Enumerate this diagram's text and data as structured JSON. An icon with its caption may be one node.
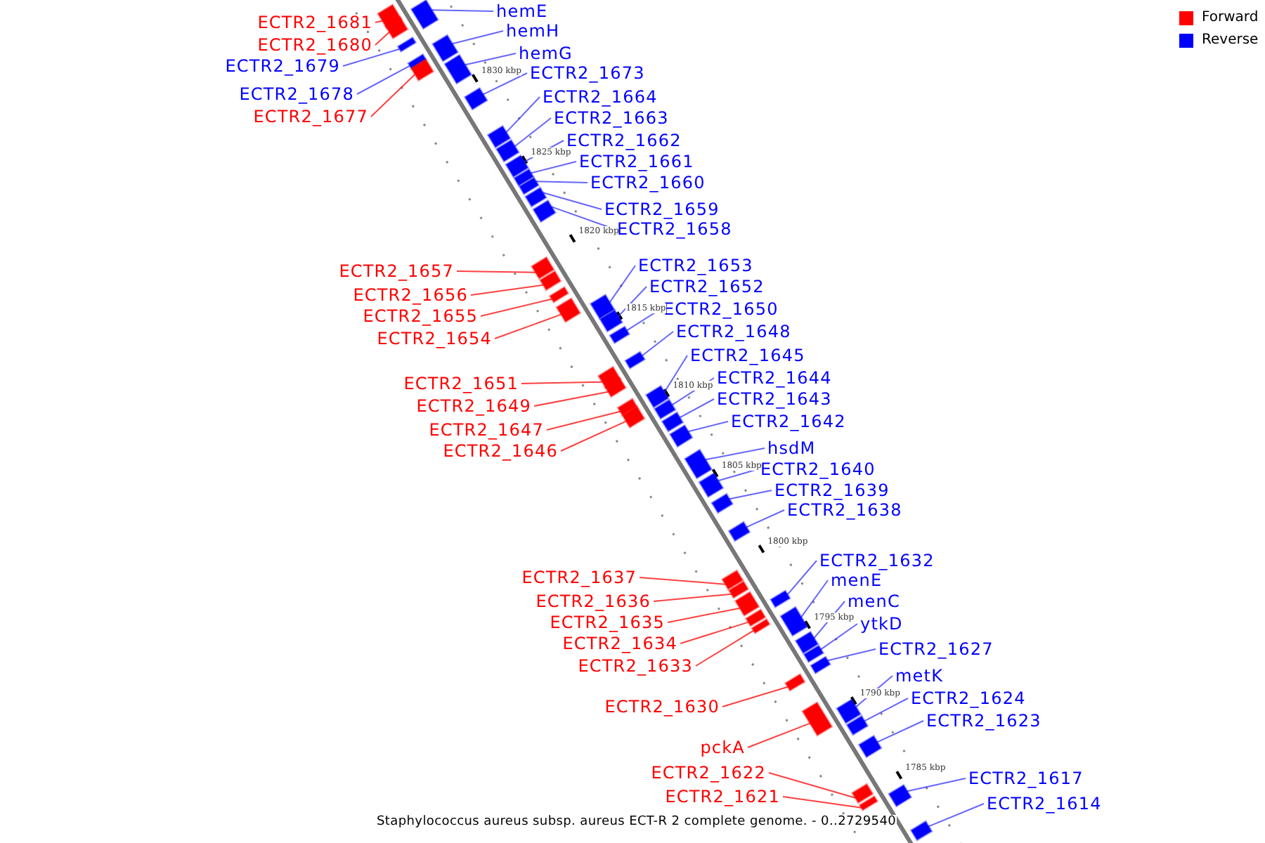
{
  "diagram": {
    "caption": "Staphylococcus aureus subsp. aureus ECT-R 2 complete genome. - 0..2729540",
    "nodes": [
      {
        "text": [
          "hemE"
        ]
      },
      {
        "text": [
          "ECTR2_1681"
        ]
      },
      {
        "text": [
          "hemH"
        ]
      },
      {
        "text": [
          "ECTR2_1680"
        ]
      },
      {
        "text": [
          "hemG"
        ]
      },
      {
        "text": [
          "ECTR2_1679"
        ]
      },
      {
        "text": [
          "ECTR2_1673"
        ]
      },
      {
        "text": [
          "ECTR2_1678"
        ]
      },
      {
        "text": [
          "ECTR2_1664"
        ]
      },
      {
        "text": [
          "ECTR2_1677"
        ]
      },
      {
        "text": [
          "ECTR2_1663"
        ]
      },
      {
        "text": [
          "ECTR2_1662"
        ]
      },
      {
        "text": [
          "ECTR2_1661"
        ]
      },
      {
        "text": [
          "ECTR2_1660"
        ]
      },
      {
        "text": [
          "ECTR2_1659"
        ]
      },
      {
        "text": [
          "ECTR2_1658"
        ]
      },
      {
        "text": [
          "ECTR2_1653"
        ]
      },
      {
        "text": [
          "ECTR2_1657"
        ]
      },
      {
        "text": [
          "ECTR2_1652"
        ]
      },
      {
        "text": [
          "ECTR2_1656"
        ]
      },
      {
        "text": [
          "ECTR2_1650"
        ]
      },
      {
        "text": [
          "ECTR2_1655"
        ]
      },
      {
        "text": [
          "ECTR2_1648"
        ]
      },
      {
        "text": [
          "ECTR2_1654"
        ]
      },
      {
        "text": [
          "ECTR2_1645"
        ]
      },
      {
        "text": [
          "ECTR2_1651"
        ]
      },
      {
        "text": [
          "ECTR2_1644"
        ]
      },
      {
        "text": [
          "ECTR2_1643"
        ]
      },
      {
        "text": [
          "ECTR2_1649"
        ]
      },
      {
        "text": [
          "ECTR2_1642"
        ]
      },
      {
        "text": [
          "ECTR2_1647"
        ]
      },
      {
        "text": [
          "hsdM"
        ]
      },
      {
        "text": [
          "ECTR2_1646"
        ]
      },
      {
        "text": [
          "ECTR2_1640"
        ]
      },
      {
        "text": [
          "ECTR2_1639"
        ]
      },
      {
        "text": [
          "ECTR2_1638"
        ]
      },
      {
        "text": [
          "ECTR2_1632"
        ]
      },
      {
        "text": [
          "ECTR2_1637"
        ]
      },
      {
        "text": [
          "menE"
        ]
      },
      {
        "text": [
          "ECTR2_1636"
        ]
      },
      {
        "text": [
          "menC"
        ]
      },
      {
        "text": [
          "ECTR2_1635"
        ]
      },
      {
        "text": [
          "ytkD"
        ]
      },
      {
        "text": [
          "ECTR2_1634"
        ]
      },
      {
        "text": [
          "ECTR2_1627"
        ]
      },
      {
        "text": [
          "ECTR2_1633"
        ]
      },
      {
        "text": [
          "metK"
        ]
      },
      {
        "text": [
          "ECTR2_1630"
        ]
      },
      {
        "text": [
          "ECTR2_1624"
        ]
      },
      {
        "text": [
          "ECTR2_1623"
        ]
      },
      {
        "text": [
          "pckA"
        ]
      },
      {
        "text": [
          "ECTR2_1622"
        ]
      },
      {
        "text": [
          "ECTR2_1617"
        ]
      },
      {
        "text": [
          "ECTR2_1621"
        ]
      },
      {
        "text": [
          "ECTR2_1614"
        ]
      },
      {
        "text": [],
        "shape": "bar"
      },
      {
        "text": [],
        "shape": "bar"
      },
      {
        "text": [],
        "shape": "bar"
      },
      {
        "text": [],
        "shape": "bar"
      },
      {
        "text": [],
        "shape": "bar"
      },
      {
        "text": [],
        "shape": "bar"
      },
      {
        "text": [],
        "shape": "bar"
      },
      {
        "text": [],
        "shape": "bar"
      },
      {
        "text": [],
        "shape": "bar"
      },
      {
        "text": [],
        "shape": "bar"
      },
      {
        "text": [],
        "shape": "bar"
      },
      {
        "text": [],
        "shape": "bar"
      },
      {
        "text": [],
        "shape": "bar"
      },
      {
        "text": [],
        "shape": "bar"
      },
      {
        "text": [],
        "shape": "bar"
      },
      {
        "text": [],
        "shape": "bar"
      },
      {
        "text": [],
        "shape": "bar"
      },
      {
        "text": [],
        "shape": "bar"
      },
      {
        "text": [],
        "shape": "bar"
      },
      {
        "text": [],
        "shape": "bar"
      },
      {
        "text": [],
        "shape": "bar"
      },
      {
        "text": [],
        "shape": "bar"
      },
      {
        "text": [],
        "shape": "bar"
      },
      {
        "text": [],
        "shape": "bar"
      },
      {
        "text": [],
        "shape": "bar"
      },
      {
        "text": [],
        "shape": "bar"
      },
      {
        "text": [],
        "shape": "bar"
      },
      {
        "text": [],
        "shape": "bar"
      },
      {
        "text": [],
        "shape": "bar"
      },
      {
        "text": [],
        "shape": "bar"
      },
      {
        "text": [],
        "shape": "bar"
      },
      {
        "text": [],
        "shape": "bar"
      },
      {
        "text": [],
        "shape": "bar"
      },
      {
        "text": [],
        "shape": "bar"
      },
      {
        "text": [],
        "shape": "bar"
      },
      {
        "text": [],
        "shape": "bar"
      },
      {
        "text": [],
        "shape": "bar"
      },
      {
        "text": [],
        "shape": "bar"
      },
      {
        "text": [],
        "shape": "bar"
      },
      {
        "text": [],
        "shape": "bar"
      },
      {
        "text": [],
        "shape": "bar"
      },
      {
        "text": [],
        "shape": "bar"
      },
      {
        "text": [],
        "shape": "bar"
      },
      {
        "text": [],
        "shape": "bar"
      },
      {
        "text": [],
        "shape": "bar"
      },
      {
        "text": [],
        "shape": "bar"
      },
      {
        "text": [],
        "shape": "bar"
      },
      {
        "text": [],
        "shape": "bar"
      },
      {
        "text": [],
        "shape": "bar"
      },
      {
        "text": [],
        "shape": "bar"
      },
      {
        "text": [],
        "shape": "bar"
      },
      {
        "text": [],
        "shape": "bar"
      },
      {
        "text": [],
        "shape": "bar"
      },
      {
        "text": [],
        "shape": "bar"
      },
      {
        "text": [],
        "shape": "bar"
      }
    ],
    "edges": [
      {
        "from": 0,
        "to": 55,
        "arrow": "none"
      },
      {
        "from": 1,
        "to": 56,
        "arrow": "none",
        "color": "#ff0000"
      },
      {
        "from": 2,
        "to": 59,
        "arrow": "none"
      },
      {
        "from": 3,
        "to": 57,
        "arrow": "none",
        "color": "#ff0000"
      },
      {
        "from": 4,
        "to": 61,
        "arrow": "none"
      },
      {
        "from": 5,
        "to": 58,
        "arrow": "none"
      },
      {
        "from": 6,
        "to": 63,
        "arrow": "none"
      },
      {
        "from": 7,
        "to": 60,
        "arrow": "none"
      },
      {
        "from": 8,
        "to": 64,
        "arrow": "none"
      },
      {
        "from": 9,
        "to": 62,
        "arrow": "none",
        "color": "#ff0000"
      },
      {
        "from": 10,
        "to": 65,
        "arrow": "none"
      },
      {
        "from": 11,
        "to": 66,
        "arrow": "none"
      },
      {
        "from": 12,
        "to": 67,
        "arrow": "none"
      },
      {
        "from": 13,
        "to": 68,
        "arrow": "none"
      },
      {
        "from": 14,
        "to": 69,
        "arrow": "none"
      },
      {
        "from": 15,
        "to": 70,
        "arrow": "none"
      },
      {
        "from": 16,
        "to": 74,
        "arrow": "none"
      },
      {
        "from": 17,
        "to": 71,
        "arrow": "none",
        "color": "#ff0000"
      },
      {
        "from": 18,
        "to": 76,
        "arrow": "none"
      },
      {
        "from": 19,
        "to": 72,
        "arrow": "none",
        "color": "#ff0000"
      },
      {
        "from": 20,
        "to": 77,
        "arrow": "none"
      },
      {
        "from": 21,
        "to": 73,
        "arrow": "none",
        "color": "#ff0000"
      },
      {
        "from": 22,
        "to": 78,
        "arrow": "none"
      },
      {
        "from": 23,
        "to": 75,
        "arrow": "none",
        "color": "#ff0000"
      },
      {
        "from": 24,
        "to": 81,
        "arrow": "none"
      },
      {
        "from": 25,
        "to": 79,
        "arrow": "none",
        "color": "#ff0000"
      },
      {
        "from": 26,
        "to": 83,
        "arrow": "none"
      },
      {
        "from": 27,
        "to": 85,
        "arrow": "none"
      },
      {
        "from": 28,
        "to": 80,
        "arrow": "none",
        "color": "#ff0000"
      },
      {
        "from": 29,
        "to": 86,
        "arrow": "none"
      },
      {
        "from": 30,
        "to": 82,
        "arrow": "none",
        "color": "#ff0000"
      },
      {
        "from": 31,
        "to": 87,
        "arrow": "none"
      },
      {
        "from": 32,
        "to": 84,
        "arrow": "none",
        "color": "#ff0000"
      },
      {
        "from": 33,
        "to": 88,
        "arrow": "none"
      },
      {
        "from": 34,
        "to": 89,
        "arrow": "none"
      },
      {
        "from": 35,
        "to": 90,
        "arrow": "none"
      },
      {
        "from": 36,
        "to": 93,
        "arrow": "none"
      },
      {
        "from": 37,
        "to": 91,
        "arrow": "none",
        "color": "#ff0000"
      },
      {
        "from": 38,
        "to": 96,
        "arrow": "none"
      },
      {
        "from": 39,
        "to": 92,
        "arrow": "none",
        "color": "#ff0000"
      },
      {
        "from": 40,
        "to": 98,
        "arrow": "none"
      },
      {
        "from": 41,
        "to": 94,
        "arrow": "none",
        "color": "#ff0000"
      },
      {
        "from": 42,
        "to": 99,
        "arrow": "none"
      },
      {
        "from": 43,
        "to": 95,
        "arrow": "none",
        "color": "#ff0000"
      },
      {
        "from": 44,
        "to": 100,
        "arrow": "none"
      },
      {
        "from": 45,
        "to": 97,
        "arrow": "none",
        "color": "#ff0000"
      },
      {
        "from": 46,
        "to": 102,
        "arrow": "none"
      },
      {
        "from": 47,
        "to": 101,
        "arrow": "none",
        "color": "#ff0000"
      },
      {
        "from": 48,
        "to": 104,
        "arrow": "none"
      },
      {
        "from": 49,
        "to": 105,
        "arrow": "none"
      },
      {
        "from": 50,
        "to": 103,
        "arrow": "none",
        "color": "#ff0000"
      },
      {
        "from": 51,
        "to": 106,
        "arrow": "none",
        "color": "#ff0000"
      },
      {
        "from": 52,
        "to": 107,
        "arrow": "none"
      },
      {
        "from": 53,
        "to": 108,
        "arrow": "none",
        "color": "#ff0000"
      },
      {
        "from": 54,
        "to": 109,
        "arrow": "none"
      }
    ],
    "labels": [
      "1830 kbp",
      "1825 kbp",
      "1820 kbp",
      "1815 kbp",
      "1810 kbp",
      "1805 kbp",
      "1800 kbp",
      "1795 kbp",
      "1790 kbp",
      "1785 kbp"
    ],
    "legend": [
      {
        "text": "Forward",
        "color": "#ff0000"
      },
      {
        "text": "Reverse",
        "color": "#0000ff"
      }
    ]
  }
}
